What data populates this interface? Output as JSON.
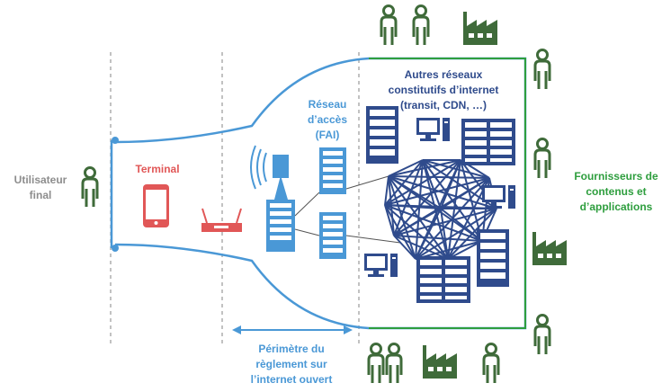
{
  "labels": {
    "end_user": "Utilisateur final",
    "terminal": "Terminal",
    "access_network": "Réseau d’accès (FAI)",
    "other_networks": "Autres réseaux constitutifs d’internet (transit, CDN, …)",
    "providers": "Fournisseurs de contenus et d’applications",
    "perimeter": "Périmètre du règlement sur l’internet ouvert"
  },
  "colors": {
    "green": "#2e9e3e",
    "dark_green": "#3f6b3a",
    "navy": "#2f4b8c",
    "light_blue": "#4a98d6",
    "red": "#e15757",
    "grey": "#8d8d8d"
  },
  "icons": {
    "person": "person-icon",
    "factory": "factory-icon",
    "server": "server-icon",
    "computer": "computer-icon",
    "phone": "smartphone-icon",
    "router": "router-icon",
    "antenna": "antenna-icon"
  }
}
